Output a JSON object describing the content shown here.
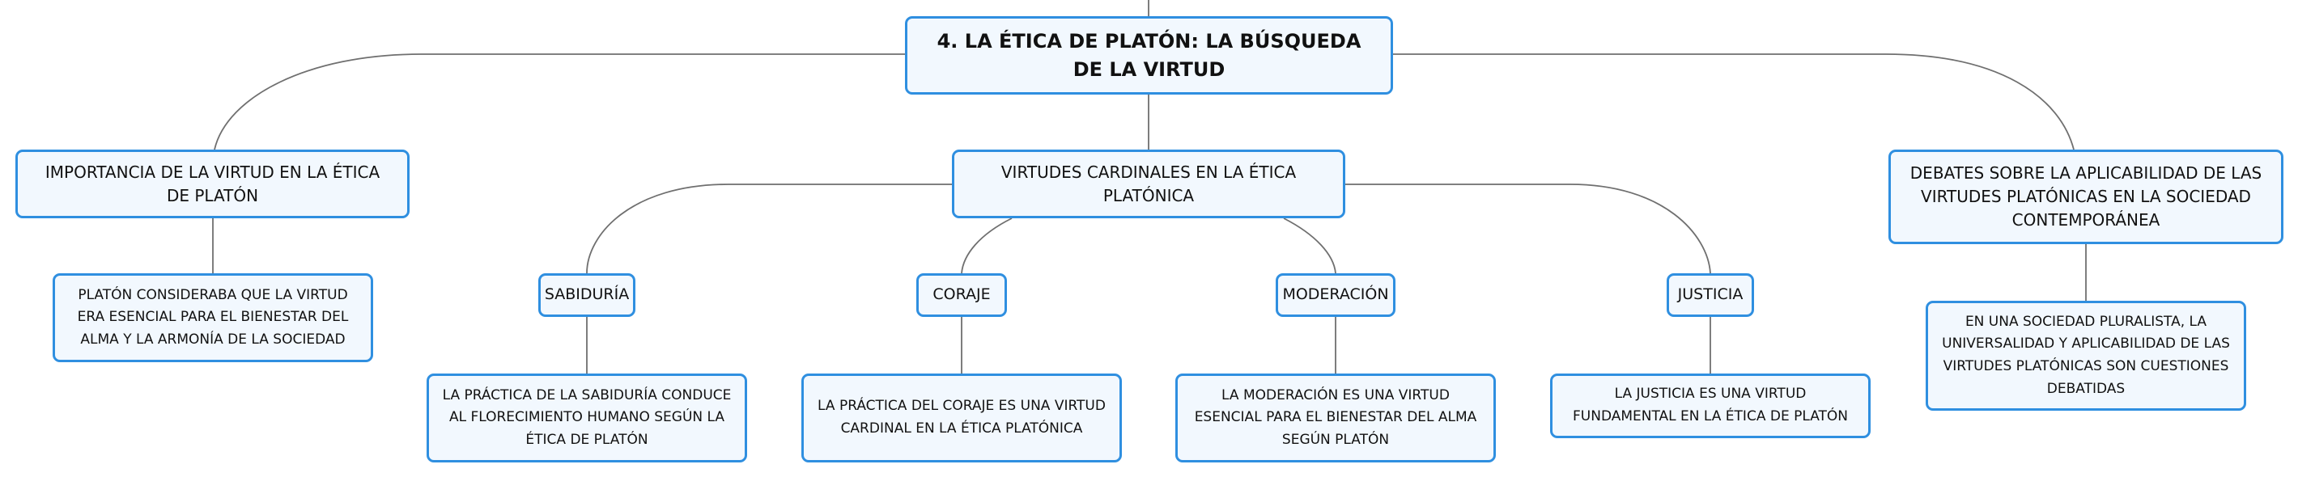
{
  "colors": {
    "node_border": "#2f8fe0",
    "node_fill": "#f2f8fe",
    "connector": "#6f6f6f"
  },
  "root": {
    "title": "4. LA ÉTICA DE PLATÓN: LA BÚSQUEDA DE LA VIRTUD"
  },
  "importance": {
    "title": "IMPORTANCIA DE LA VIRTUD EN LA ÉTICA DE PLATÓN",
    "detail": "PLATÓN CONSIDERABA QUE LA VIRTUD ERA ESENCIAL PARA EL BIENESTAR DEL ALMA Y LA ARMONÍA DE LA SOCIEDAD"
  },
  "cardinal": {
    "title": "VIRTUDES CARDINALES EN LA ÉTICA PLATÓNICA",
    "virtues": [
      {
        "name": "SABIDURÍA",
        "detail": "LA PRÁCTICA DE LA SABIDURÍA CONDUCE AL FLORECIMIENTO HUMANO SEGÚN LA ÉTICA DE PLATÓN"
      },
      {
        "name": "CORAJE",
        "detail": "LA PRÁCTICA DEL CORAJE ES UNA VIRTUD CARDINAL EN LA ÉTICA PLATÓNICA"
      },
      {
        "name": "MODERACIÓN",
        "detail": "LA MODERACIÓN ES UNA VIRTUD ESENCIAL PARA EL BIENESTAR DEL ALMA SEGÚN PLATÓN"
      },
      {
        "name": "JUSTICIA",
        "detail": "LA JUSTICIA ES UNA VIRTUD FUNDAMENTAL EN LA ÉTICA DE PLATÓN"
      }
    ]
  },
  "debates": {
    "title": "DEBATES SOBRE LA APLICABILIDAD DE LAS VIRTUDES PLATÓNICAS EN LA SOCIEDAD CONTEMPORÁNEA",
    "detail": "EN UNA SOCIEDAD PLURALISTA, LA UNIVERSALIDAD Y APLICABILIDAD DE LAS VIRTUDES PLATÓNICAS SON CUESTIONES DEBATIDAS"
  }
}
